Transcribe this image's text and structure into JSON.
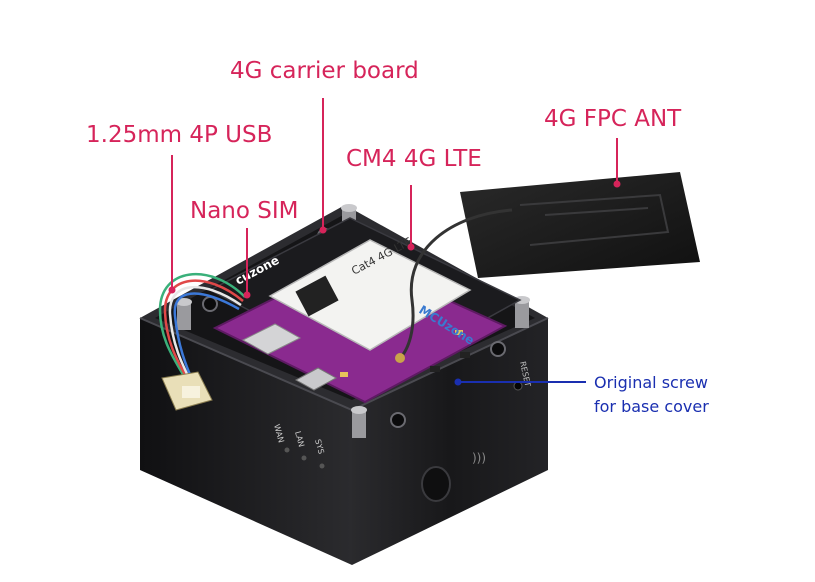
{
  "labels": {
    "carrier_board": "4G carrier board",
    "usb": "1.25mm 4P USB",
    "cm4": "CM4 4G LTE",
    "fpc_ant": "4G FPC ANT",
    "nano_sim": "Nano SIM",
    "screw_line1": "Original screw",
    "screw_line2": "for base cover"
  },
  "device_markings": {
    "brand": "cuzone",
    "module_brand": "MCUzone",
    "module_text": "Cat4 4G LTE",
    "reset": "RESET",
    "led_wan": "WAN",
    "led_lan": "LAN",
    "led_sys": "SYS"
  },
  "colors": {
    "callout_pink": "#d6245a",
    "callout_blue": "#1a2fb0",
    "pcb_purple": "#8a2a8f",
    "enclosure": "#1d1d1f"
  }
}
